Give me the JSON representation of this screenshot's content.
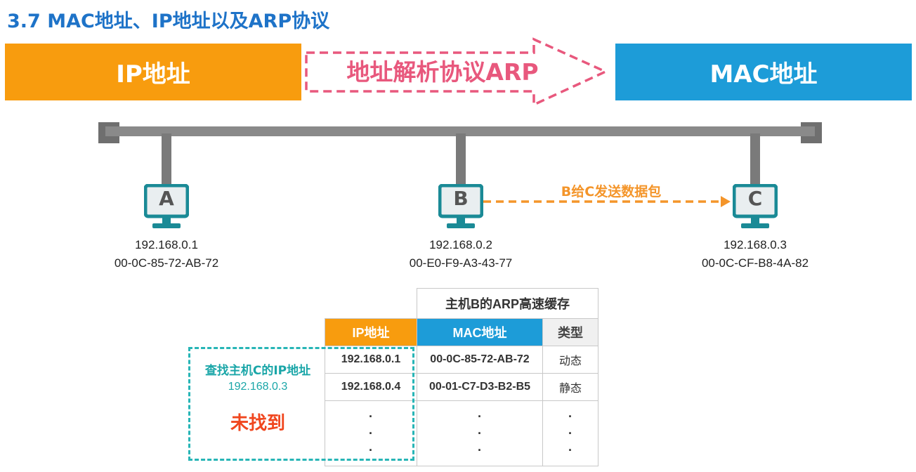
{
  "title": "3.7 MAC地址、IP地址以及ARP协议",
  "banners": {
    "ip": "IP地址",
    "arp": "地址解析协议ARP",
    "mac": "MAC地址"
  },
  "hosts": [
    {
      "label": "A",
      "ip": "192.168.0.1",
      "mac": "00-0C-85-72-AB-72"
    },
    {
      "label": "B",
      "ip": "192.168.0.2",
      "mac": "00-E0-F9-A3-43-77"
    },
    {
      "label": "C",
      "ip": "192.168.0.3",
      "mac": "00-0C-CF-B8-4A-82"
    }
  ],
  "send_label": "B给C发送数据包",
  "arp_table": {
    "title": "主机B的ARP高速缓存",
    "headers": {
      "ip": "IP地址",
      "mac": "MAC地址",
      "type": "类型"
    },
    "rows": [
      {
        "ip": "192.168.0.1",
        "mac": "00-0C-85-72-AB-72",
        "type": "动态"
      },
      {
        "ip": "192.168.0.4",
        "mac": "00-01-C7-D3-B2-B5",
        "type": "静态"
      }
    ],
    "ellipsis": "·\n·\n·"
  },
  "lookup": {
    "title": "查找主机C的IP地址",
    "ip": "192.168.0.3",
    "result": "未找到"
  },
  "colors": {
    "orange": "#f89c0e",
    "blue": "#1d9cd8",
    "pink": "#e8587d",
    "teal": "#27b5b6",
    "red": "#f0461e"
  }
}
